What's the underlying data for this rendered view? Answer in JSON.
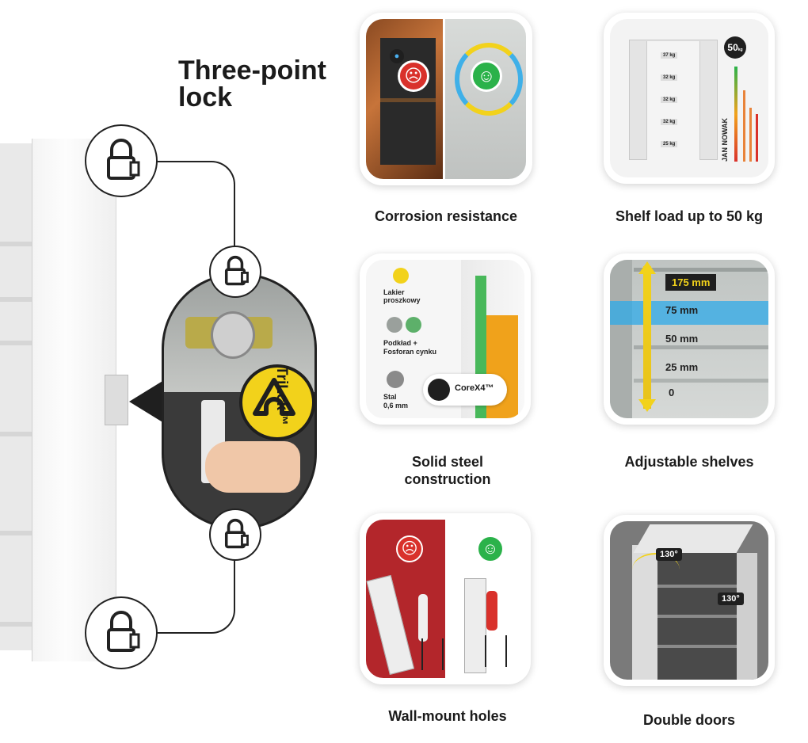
{
  "heading": {
    "line1": "Three-point",
    "line2": "lock"
  },
  "brand": {
    "trilock": "TriLck™"
  },
  "icons": {
    "padlock": "padlock-icon",
    "trilock_logo": "trilock-logo-icon",
    "sad_face": "sad-face-icon",
    "happy_face": "happy-face-icon",
    "water_drop": "water-drop-icon",
    "arrow": "arrow-icon"
  },
  "colors": {
    "accent_yellow": "#f2d21b",
    "sad_red": "#d9312b",
    "happy_green": "#2bb24a",
    "blue_band": "#2ea9e8"
  },
  "features": [
    {
      "caption": "Corrosion resistance"
    },
    {
      "caption": "Shelf load up to 50 kg",
      "max_load_label": "50",
      "unit": "kg",
      "shelf_labels": [
        "37 kg",
        "32 kg",
        "32 kg",
        "32 kg",
        "25 kg"
      ],
      "brand_text": "JAN NOWAK"
    },
    {
      "caption_line1": "Solid steel",
      "caption_line2": "construction",
      "layer1": "Lakier proszkowy",
      "layer2_line1": "Podkład +",
      "layer2_line2": "Fosforan cynku",
      "layer3_line1": "Stal",
      "layer3_line2": "0,6 mm",
      "badge": "CoreX4™"
    },
    {
      "caption": "Adjustable shelves",
      "heights": [
        "175 mm",
        "75 mm",
        "50 mm",
        "25 mm",
        "0"
      ]
    },
    {
      "caption": "Wall-mount holes"
    },
    {
      "caption": "Double doors",
      "angle1": "130°",
      "angle2": "130°"
    }
  ]
}
